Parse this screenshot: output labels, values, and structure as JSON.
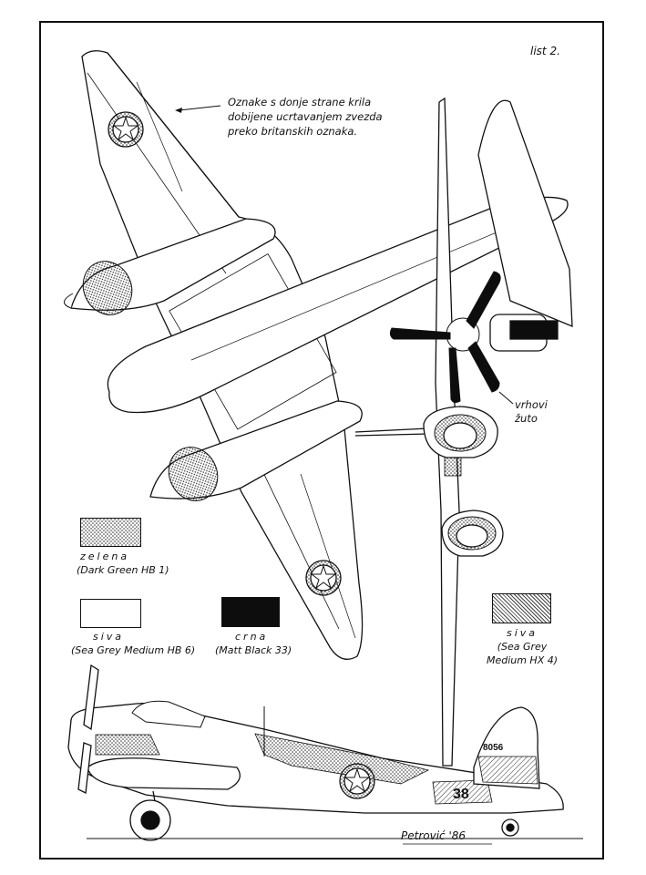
{
  "sheet_label": "list 2.",
  "note": {
    "lines": [
      "Oznake s donje strane krila",
      "dobijene ucrtavanjem zvezda",
      "preko britanskih oznaka."
    ]
  },
  "propeller_note": {
    "lines": [
      "vrhovi",
      "žuto"
    ]
  },
  "legend": [
    {
      "name": "zelena",
      "detail": "(Dark Green HB 1)",
      "pattern": "dots"
    },
    {
      "name": "siva",
      "detail": "(Sea Grey Medium HB 6)",
      "pattern": "blank"
    },
    {
      "name": "crna",
      "detail": "(Matt Black 33)",
      "pattern": "solid"
    },
    {
      "name": "siva",
      "detail_lines": [
        "(Sea Grey",
        "Medium HX 4)"
      ],
      "pattern": "hatch"
    }
  ],
  "serial_number": "8056",
  "fuselage_code": "38",
  "signature": "Petrović '86",
  "colors": {
    "ink": "#111111",
    "paper": "#ffffff",
    "black_paint": "#0d0d0d"
  }
}
